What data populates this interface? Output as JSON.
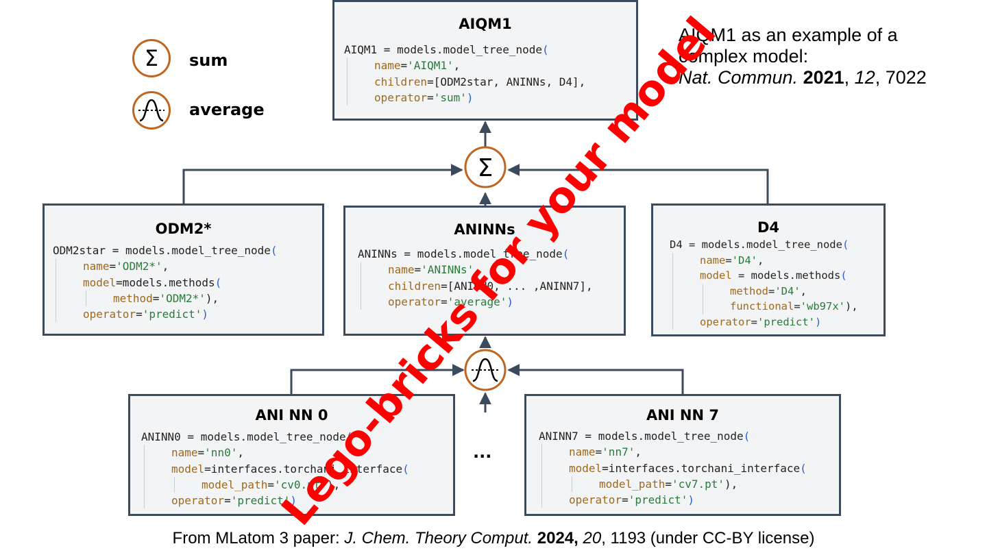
{
  "legend": {
    "sum_label": "sum",
    "average_label": "average"
  },
  "reference": {
    "line1": "AIQM1 as an example of a",
    "line2": "complex model:",
    "journal": "Nat. Commun.",
    "year": "2021",
    "volume": "12",
    "page": "7022"
  },
  "nodes": {
    "aiqm1": {
      "title": "AIQM1",
      "code": [
        [
          {
            "t": "AIQM1 = models.model_tree_node",
            "c": "plain"
          },
          {
            "t": "(",
            "c": "par"
          }
        ],
        [
          {
            "t": "name",
            "c": "kw"
          },
          {
            "t": "=",
            "c": "plain"
          },
          {
            "t": "'AIQM1'",
            "c": "str"
          },
          {
            "t": ",",
            "c": "plain"
          }
        ],
        [
          {
            "t": "children",
            "c": "kw"
          },
          {
            "t": "=[ODM2star, ANINNs, D4],",
            "c": "plain"
          }
        ],
        [
          {
            "t": "operator",
            "c": "kw"
          },
          {
            "t": "=",
            "c": "plain"
          },
          {
            "t": "'sum'",
            "c": "str"
          },
          {
            "t": ")",
            "c": "par"
          }
        ]
      ]
    },
    "odm2": {
      "title": "ODM2*",
      "code": [
        [
          {
            "t": "ODM2star = models.model_tree_node",
            "c": "plain"
          },
          {
            "t": "(",
            "c": "par"
          }
        ],
        [
          {
            "t": "name",
            "c": "kw"
          },
          {
            "t": "=",
            "c": "plain"
          },
          {
            "t": "'ODM2*'",
            "c": "str"
          },
          {
            "t": ",",
            "c": "plain"
          }
        ],
        [
          {
            "t": "model",
            "c": "kw"
          },
          {
            "t": "=models.methods",
            "c": "plain"
          },
          {
            "t": "(",
            "c": "par"
          }
        ],
        [
          {
            "t": "method",
            "c": "kw"
          },
          {
            "t": "=",
            "c": "plain"
          },
          {
            "t": "'ODM2*'",
            "c": "str"
          },
          {
            "t": "),",
            "c": "plain"
          }
        ],
        [
          {
            "t": "operator",
            "c": "kw"
          },
          {
            "t": "=",
            "c": "plain"
          },
          {
            "t": "'predict'",
            "c": "str"
          },
          {
            "t": ")",
            "c": "par"
          }
        ]
      ]
    },
    "aninns": {
      "title": "ANINNs",
      "code": [
        [
          {
            "t": "ANINNs = models.model_tree_node",
            "c": "plain"
          },
          {
            "t": "(",
            "c": "par"
          }
        ],
        [
          {
            "t": "name",
            "c": "kw"
          },
          {
            "t": "=",
            "c": "plain"
          },
          {
            "t": "'ANINNs'",
            "c": "str"
          },
          {
            "t": ",",
            "c": "plain"
          }
        ],
        [
          {
            "t": "children",
            "c": "kw"
          },
          {
            "t": "=[ANINN0, ... ,ANINN7],",
            "c": "plain"
          }
        ],
        [
          {
            "t": "operator",
            "c": "kw"
          },
          {
            "t": "=",
            "c": "plain"
          },
          {
            "t": "'average'",
            "c": "str"
          },
          {
            "t": ")",
            "c": "par"
          }
        ]
      ]
    },
    "d4": {
      "title": "D4",
      "code": [
        [
          {
            "t": "D4 = models.model_tree_node",
            "c": "plain"
          },
          {
            "t": "(",
            "c": "par"
          }
        ],
        [
          {
            "t": "name",
            "c": "kw"
          },
          {
            "t": "=",
            "c": "plain"
          },
          {
            "t": "'D4'",
            "c": "str"
          },
          {
            "t": ",",
            "c": "plain"
          }
        ],
        [
          {
            "t": "model",
            "c": "kw"
          },
          {
            "t": " = models.methods",
            "c": "plain"
          },
          {
            "t": "(",
            "c": "par"
          }
        ],
        [
          {
            "t": "method",
            "c": "kw"
          },
          {
            "t": "=",
            "c": "plain"
          },
          {
            "t": "'D4'",
            "c": "str"
          },
          {
            "t": ",",
            "c": "plain"
          }
        ],
        [
          {
            "t": "functional",
            "c": "kw"
          },
          {
            "t": "=",
            "c": "plain"
          },
          {
            "t": "'wb97x'",
            "c": "str"
          },
          {
            "t": "),",
            "c": "plain"
          }
        ],
        [
          {
            "t": "operator",
            "c": "kw"
          },
          {
            "t": "=",
            "c": "plain"
          },
          {
            "t": "'predict'",
            "c": "str"
          },
          {
            "t": ")",
            "c": "par"
          }
        ]
      ]
    },
    "aninn0": {
      "title": "ANI NN 0",
      "code": [
        [
          {
            "t": "ANINN0 = models.model_tree_node",
            "c": "plain"
          },
          {
            "t": "(",
            "c": "par"
          }
        ],
        [
          {
            "t": "name",
            "c": "kw"
          },
          {
            "t": "=",
            "c": "plain"
          },
          {
            "t": "'nn0'",
            "c": "str"
          },
          {
            "t": ",",
            "c": "plain"
          }
        ],
        [
          {
            "t": "model",
            "c": "kw"
          },
          {
            "t": "=interfaces.torchani_interface",
            "c": "plain"
          },
          {
            "t": "(",
            "c": "par"
          }
        ],
        [
          {
            "t": "model_path",
            "c": "kw"
          },
          {
            "t": "=",
            "c": "plain"
          },
          {
            "t": "'cv0.pt'",
            "c": "str"
          },
          {
            "t": "),",
            "c": "plain"
          }
        ],
        [
          {
            "t": "operator",
            "c": "kw"
          },
          {
            "t": "=",
            "c": "plain"
          },
          {
            "t": "'predict'",
            "c": "str"
          },
          {
            "t": ")",
            "c": "par"
          }
        ]
      ]
    },
    "aninn7": {
      "title": "ANI NN 7",
      "code": [
        [
          {
            "t": "ANINN7 = models.model_tree_node",
            "c": "plain"
          },
          {
            "t": "(",
            "c": "par"
          }
        ],
        [
          {
            "t": "name",
            "c": "kw"
          },
          {
            "t": "=",
            "c": "plain"
          },
          {
            "t": "'nn7'",
            "c": "str"
          },
          {
            "t": ",",
            "c": "plain"
          }
        ],
        [
          {
            "t": "model",
            "c": "kw"
          },
          {
            "t": "=interfaces.torchani_interface",
            "c": "plain"
          },
          {
            "t": "(",
            "c": "par"
          }
        ],
        [
          {
            "t": "model_path",
            "c": "kw"
          },
          {
            "t": "=",
            "c": "plain"
          },
          {
            "t": "'cv7.pt'",
            "c": "str"
          },
          {
            "t": "),",
            "c": "plain"
          }
        ],
        [
          {
            "t": "operator",
            "c": "kw"
          },
          {
            "t": "=",
            "c": "plain"
          },
          {
            "t": "'predict'",
            "c": "str"
          },
          {
            "t": ")",
            "c": "par"
          }
        ]
      ]
    }
  },
  "ellipsis": "...",
  "watermark": "Lego-bricks for your model",
  "footer": {
    "prefix": "From MLatom 3 paper: ",
    "journal": "J. Chem. Theory Comput.",
    "year": "2024,",
    "volume": "20",
    "suffix": ", 1193 (under CC-BY license)"
  },
  "colors": {
    "box_border": "#3b4a5c",
    "box_fill": "#f3f4f6",
    "operator_ring": "#c0651f",
    "watermark": "#ff0000"
  }
}
